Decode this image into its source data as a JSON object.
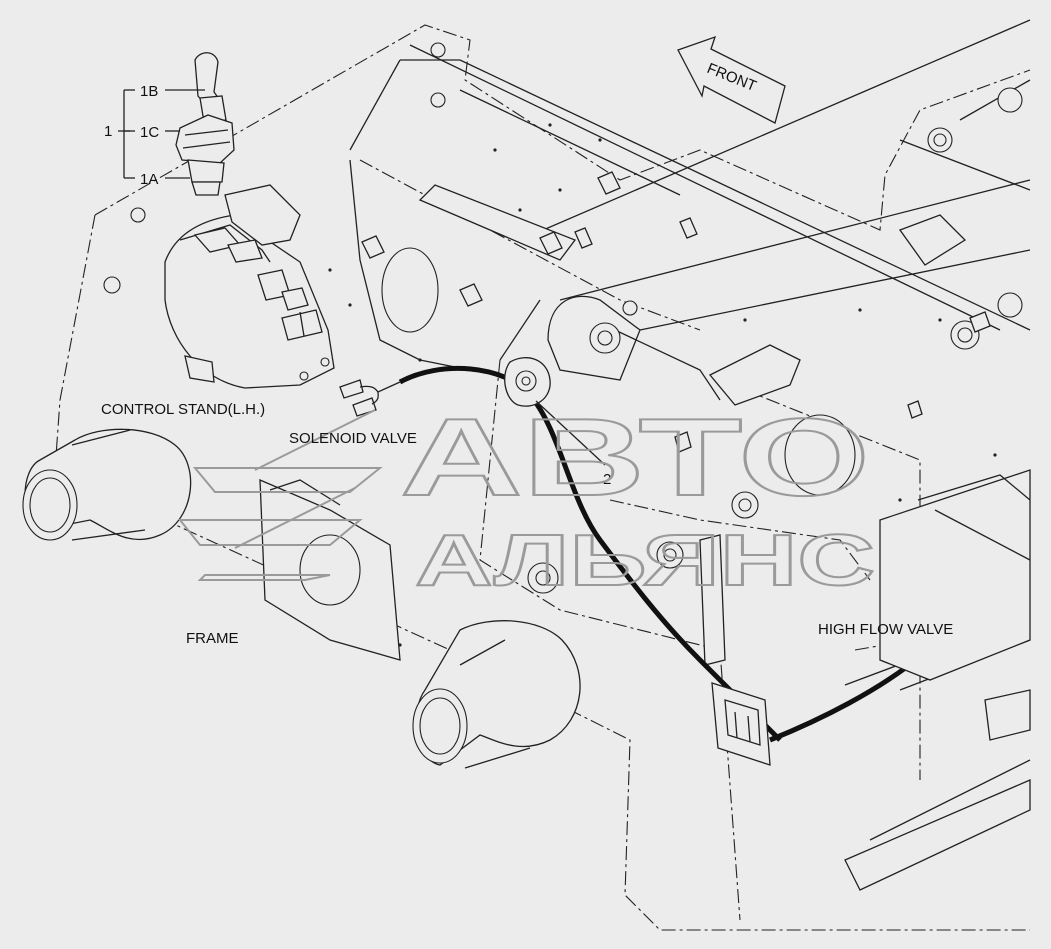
{
  "labels": {
    "front": "FRONT",
    "control_stand": "CONTROL STAND(L.H.)",
    "solenoid_valve": "SOLENOID VALVE",
    "frame": "FRAME",
    "high_flow_valve": "HIGH FLOW VALVE"
  },
  "callouts": {
    "assembly": "1",
    "part_1b": "1B",
    "part_1c": "1C",
    "part_1a": "1A",
    "harness": "2"
  },
  "watermark": {
    "line1": "АВТО",
    "line2": "АЛЬЯНС"
  },
  "colors": {
    "background": "#ececec",
    "line": "#222222",
    "watermark": "#9a9a9a"
  }
}
